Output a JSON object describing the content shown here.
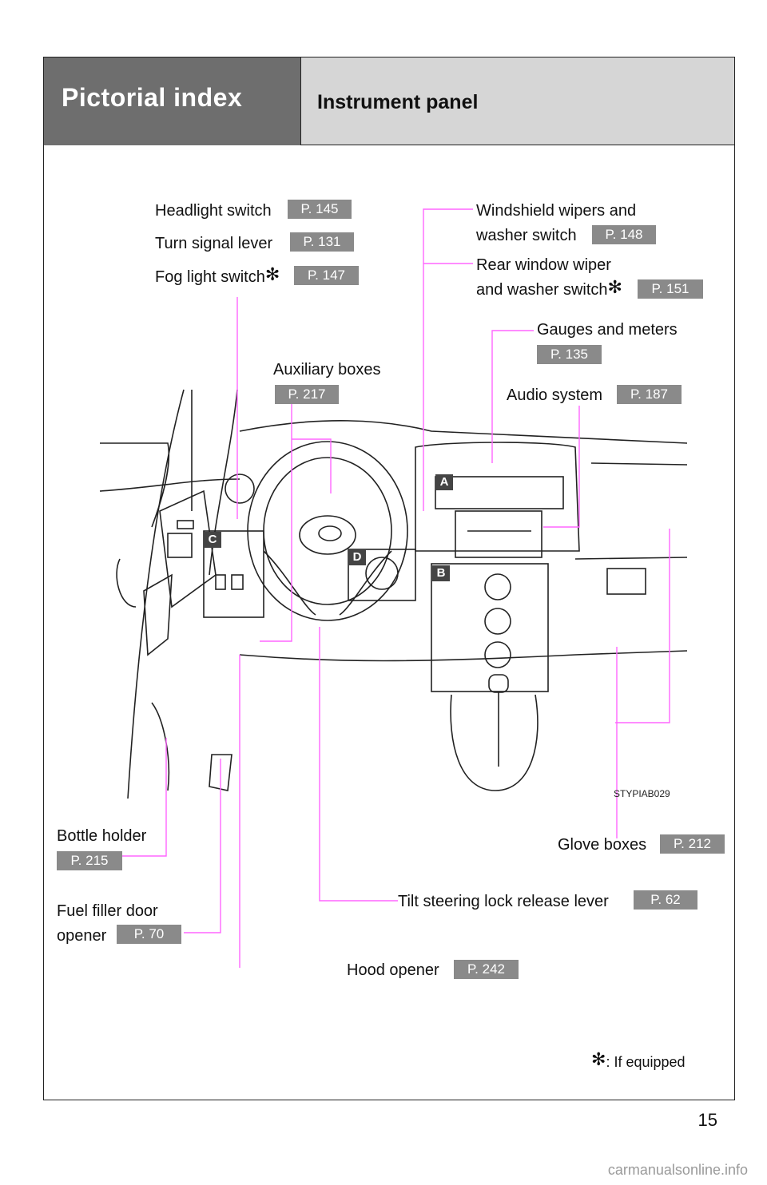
{
  "header": {
    "section": "Pictorial index",
    "title": "Instrument panel"
  },
  "labels": {
    "headlight": {
      "text": "Headlight switch",
      "page": "P. 145"
    },
    "turn_signal": {
      "text": "Turn signal lever",
      "page": "P. 131"
    },
    "fog_light": {
      "text": "Fog light switch",
      "page": "P. 147"
    },
    "wipers_line1": "Windshield wipers and",
    "wipers_line2": "washer switch",
    "wipers_page": "P. 148",
    "rear_wiper_line1": "Rear window wiper",
    "rear_wiper_line2": "and washer switch",
    "rear_wiper_page": "P. 151",
    "gauges": {
      "text": "Gauges and meters",
      "page": "P. 135"
    },
    "auxiliary": {
      "text": "Auxiliary boxes",
      "page": "P. 217"
    },
    "audio": {
      "text": "Audio system",
      "page": "P. 187"
    },
    "bottle": {
      "text": "Bottle holder",
      "page": "P. 215"
    },
    "glove": {
      "text": "Glove boxes",
      "page": "P. 212"
    },
    "tilt": {
      "text": "Tilt steering lock release lever",
      "page": "P. 62"
    },
    "fuel_line1": "Fuel filler door",
    "fuel_line2": "opener",
    "fuel_page": "P. 70",
    "hood": {
      "text": "Hood opener",
      "page": "P. 242"
    }
  },
  "callout_letters": [
    "A",
    "B",
    "C",
    "D"
  ],
  "image_code": "STYPIAB029",
  "footnote": {
    "symbol": "✻",
    "text": ": If equipped"
  },
  "asterisk": "✻",
  "page_number": "15",
  "watermark": "carmanualsonline.info",
  "colors": {
    "leader_line": "#ff66ff",
    "header_dark": "#6e6e6e",
    "header_light": "#d6d6d6",
    "page_badge": "#8a8a8a"
  }
}
